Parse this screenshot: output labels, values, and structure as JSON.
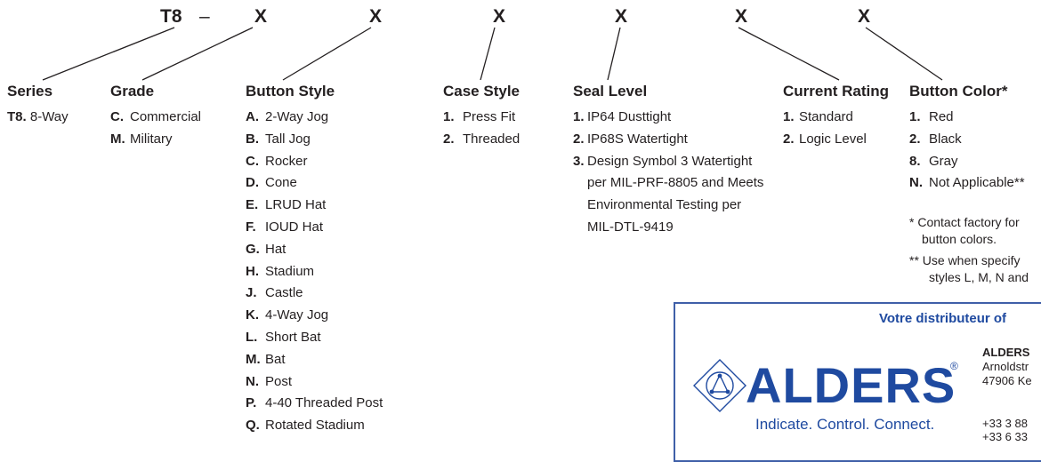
{
  "part_codes": {
    "series": "T8",
    "dash": "–",
    "grade": "X",
    "button_style": "X",
    "case_style": "X",
    "seal_level": "X",
    "current_rating": "X",
    "button_color": "X"
  },
  "columns": {
    "series": {
      "header": "Series",
      "items": [
        {
          "code": "T8.",
          "label": "8-Way"
        }
      ]
    },
    "grade": {
      "header": "Grade",
      "items": [
        {
          "code": "C.",
          "label": "Commercial"
        },
        {
          "code": "M.",
          "label": "Military"
        }
      ]
    },
    "button_style": {
      "header": "Button Style",
      "items": [
        {
          "code": "A.",
          "label": "2-Way Jog"
        },
        {
          "code": "B.",
          "label": "Tall Jog"
        },
        {
          "code": "C.",
          "label": "Rocker"
        },
        {
          "code": "D.",
          "label": "Cone"
        },
        {
          "code": "E.",
          "label": "LRUD Hat"
        },
        {
          "code": "F.",
          "label": "IOUD Hat"
        },
        {
          "code": "G.",
          "label": "Hat"
        },
        {
          "code": "H.",
          "label": "Stadium"
        },
        {
          "code": "J.",
          "label": "Castle"
        },
        {
          "code": "K.",
          "label": "4-Way Jog"
        },
        {
          "code": "L.",
          "label": "Short Bat"
        },
        {
          "code": "M.",
          "label": "Bat"
        },
        {
          "code": "N.",
          "label": "Post"
        },
        {
          "code": "P.",
          "label": "4-40 Threaded Post"
        },
        {
          "code": "Q.",
          "label": "Rotated Stadium"
        }
      ]
    },
    "case_style": {
      "header": "Case Style",
      "items": [
        {
          "code": "1.",
          "label": "Press Fit"
        },
        {
          "code": "2.",
          "label": "Threaded"
        }
      ]
    },
    "seal_level": {
      "header": "Seal Level",
      "items": [
        {
          "code": "1.",
          "label": "IP64 Dusttight"
        },
        {
          "code": "2.",
          "label": "IP68S Watertight"
        },
        {
          "code": "3.",
          "label": "Design Symbol 3 Watertight"
        }
      ],
      "continuation": [
        "per MIL-PRF-8805 and Meets",
        "Environmental Testing per",
        "MIL-DTL-9419"
      ]
    },
    "current_rating": {
      "header": "Current Rating",
      "items": [
        {
          "code": "1.",
          "label": "Standard"
        },
        {
          "code": "2.",
          "label": "Logic Level"
        }
      ]
    },
    "button_color": {
      "header": "Button Color*",
      "items": [
        {
          "code": "1.",
          "label": "Red"
        },
        {
          "code": "2.",
          "label": "Black"
        },
        {
          "code": "8.",
          "label": "Gray"
        },
        {
          "code": "N.",
          "label": "Not Applicable**"
        }
      ]
    }
  },
  "notes": {
    "note1_line1": "* Contact factory for",
    "note1_line2": "button colors.",
    "note2_line1": "** Use when specify",
    "note2_line2": "styles L, M, N and"
  },
  "distributor": {
    "title": "Votre distributeur of",
    "brand": "ALDERS",
    "registered": "®",
    "tagline": "Indicate. Control. Connect.",
    "company": "ALDERS",
    "address1": "Arnoldstr",
    "address2": "47906 Ke",
    "phone1": "+33 3 88",
    "phone2": "+33 6 33"
  },
  "colors": {
    "text": "#231f20",
    "brand_blue": "#1f4aa0",
    "box_border": "#3f5fa8"
  }
}
